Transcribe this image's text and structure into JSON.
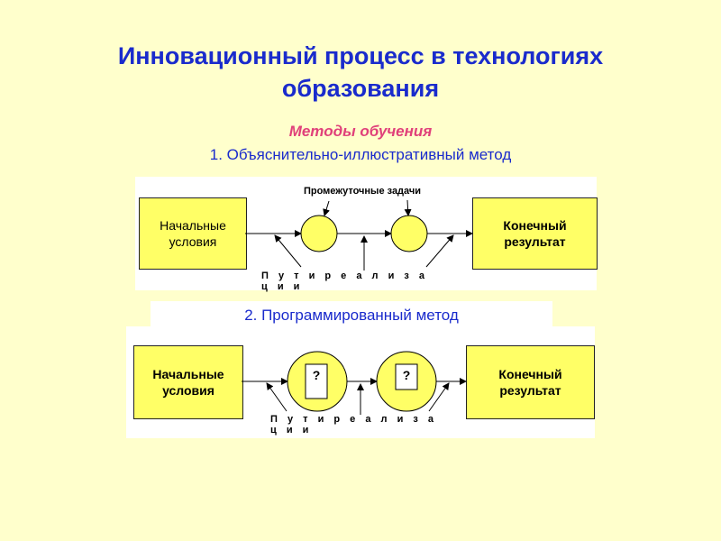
{
  "title_line1": "Инновационный процесс в технологиях",
  "title_line2": "образования",
  "subtitle": "Методы обучения",
  "method1": {
    "heading": "1. Объяснительно-иллюстративный метод",
    "start": "Начальные условия",
    "end": "Конечный результат",
    "intermediate": "Промежуточные задачи",
    "paths": "П у т и   р е а л и з а ц и и"
  },
  "method2": {
    "heading": "2. Программированный метод",
    "start": "Начальные условия",
    "end": "Конечный результат",
    "question1": "?",
    "question2": "?",
    "paths": "П у т и   р е а л и з а ц и и"
  },
  "colors": {
    "background": "#ffffcc",
    "title": "#1a2bcc",
    "subtitle": "#e0407a",
    "box_fill": "#ffff66"
  }
}
